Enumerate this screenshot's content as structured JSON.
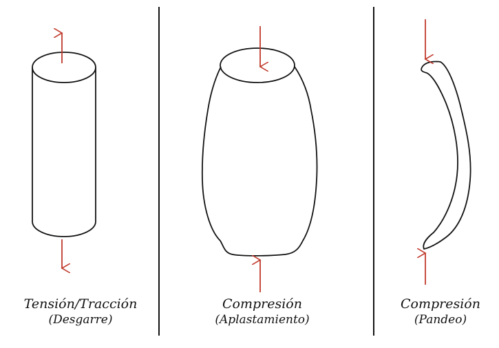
{
  "colors": {
    "ink": "#111111",
    "arrow": "#c0392b",
    "background": "#ffffff"
  },
  "panels": [
    {
      "id": "tension",
      "title": "Tensión/Tracción",
      "subtitle": "(Desgarre)",
      "shape": "cylinder",
      "arrows": "outward"
    },
    {
      "id": "compression-crush",
      "title": "Compresión",
      "subtitle": "(Aplastamiento)",
      "shape": "bulged-cylinder",
      "arrows": "inward"
    },
    {
      "id": "compression-buckling",
      "title": "Compresión",
      "subtitle": "(Pandeo)",
      "shape": "buckled-column",
      "arrows": "inward"
    }
  ]
}
